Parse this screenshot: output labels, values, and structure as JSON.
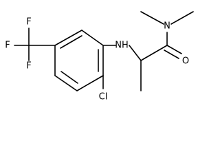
{
  "molecule": {
    "labels": {
      "f_top": "F",
      "f_left": "F",
      "f_bottom": "F",
      "nh": "NH",
      "cl": "Cl",
      "o": "O",
      "n": "N"
    }
  }
}
